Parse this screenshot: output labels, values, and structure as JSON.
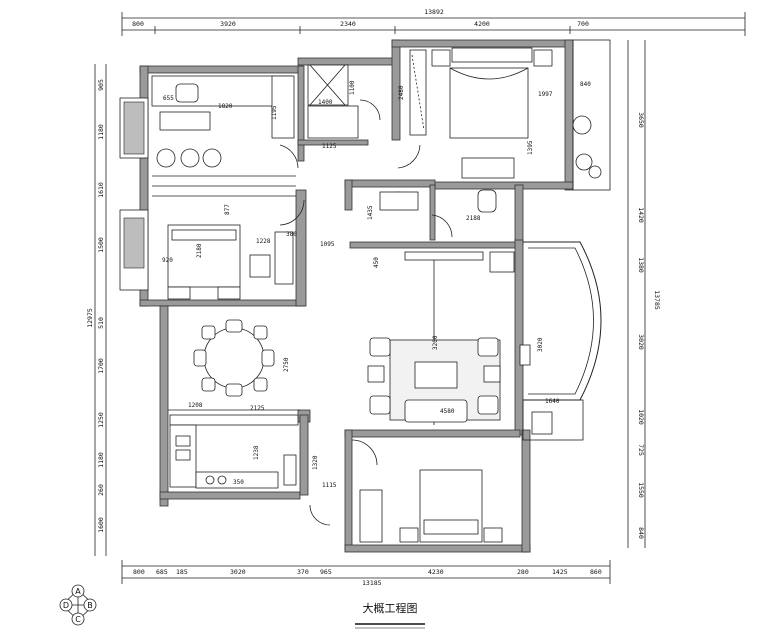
{
  "drawing": {
    "title": "大概工程图",
    "top_total": "13892",
    "bottom_total": "13185",
    "left_total": "12975",
    "right_total": "13785",
    "top_segments": [
      "800",
      "3920",
      "2340",
      "4200",
      "700"
    ],
    "bottom_segments": [
      "800",
      "685",
      "185",
      "3020",
      "370",
      "965",
      "4230",
      "280",
      "1425",
      "860"
    ],
    "left_segments": [
      "905",
      "1180",
      "1610",
      "1500",
      "510",
      "1700",
      "1250",
      "1180",
      "260",
      "1600"
    ],
    "right_segments": [
      "3650",
      "1420",
      "1380",
      "3020",
      "1020",
      "725",
      "1550",
      "840"
    ],
    "inner_dims": [
      "655",
      "1820",
      "1195",
      "1100",
      "1400",
      "2480",
      "1997",
      "1395",
      "840",
      "1125",
      "1435",
      "2188",
      "877",
      "1228",
      "380",
      "2180",
      "920",
      "1095",
      "450",
      "3200",
      "4580",
      "3020",
      "1640",
      "2750",
      "1208",
      "2125",
      "1238",
      "1320",
      "1115",
      "350"
    ],
    "compass": [
      "A",
      "D",
      "B",
      "C"
    ]
  }
}
